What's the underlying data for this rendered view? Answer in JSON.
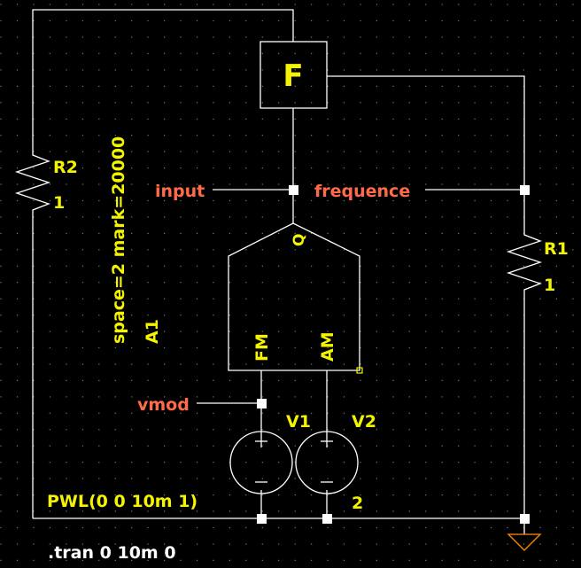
{
  "components": {
    "r2": {
      "name": "R2",
      "value": "1"
    },
    "r1": {
      "name": "R1",
      "value": "1"
    },
    "f_block": {
      "label": "F"
    },
    "a1": {
      "name": "A1",
      "params": "space=2 mark=20000",
      "pin_out": "Q",
      "pin_fm": "FM",
      "pin_am": "AM"
    },
    "v1": {
      "name": "V1",
      "value": "PWL(0 0 10m 1)"
    },
    "v2": {
      "name": "V2",
      "value": "2"
    }
  },
  "nets": {
    "input": "input",
    "frequence": "frequence",
    "vmod": "vmod"
  },
  "directive": ".tran 0 10m 0",
  "colors": {
    "background": "#000000",
    "wire": "#ffffff",
    "component_label": "#f4f400",
    "net_label": "#ff6a4a",
    "ground": "#ff8c00",
    "grid_dot": "#7a7a7a"
  }
}
